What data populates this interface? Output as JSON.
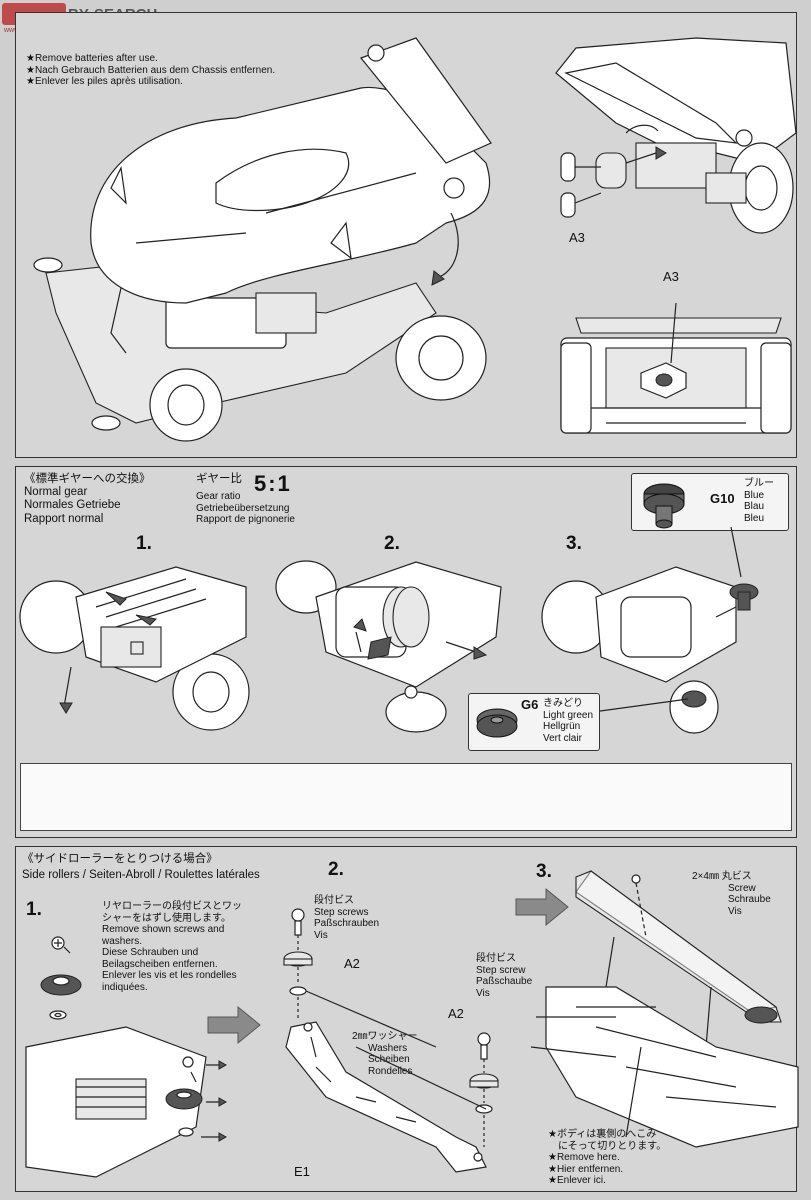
{
  "watermark": {
    "logo_text": "SEARCH",
    "logo_prefix": "BY",
    "site": "www.moxing.net"
  },
  "section1": {
    "notes": [
      "★Remove batteries after use.",
      "★Nach Gebrauch Batterien aus dem Chassis entfernen.",
      "★Enlever les piles après utilisation."
    ],
    "label_a3_top": "A3",
    "label_a3_bottom": "A3"
  },
  "section2": {
    "header_jp": "《標準ギヤーへの交換》",
    "header_en": "Normal gear",
    "header_de": "Normales Getriebe",
    "header_fr": "Rapport normal",
    "ratio_jp": "ギヤー比",
    "ratio_value": "5:1",
    "ratio_en": "Gear ratio",
    "ratio_de": "Getriebeübersetzung",
    "ratio_fr": "Rapport de pignonerie",
    "steps": [
      "1.",
      "2.",
      "3."
    ],
    "gear_g10": {
      "code": "G10",
      "jp": "ブルー",
      "en": "Blue",
      "de": "Blau",
      "fr": "Bleu"
    },
    "gear_g6": {
      "code": "G6",
      "jp": "きみどり",
      "en": "Light green",
      "de": "Hellgrün",
      "fr": "Vert clair"
    }
  },
  "section3": {
    "header_jp": "《サイドローラーをとりつける場合》",
    "header_en": "Side rollers / Seiten-Abroll / Roulettes latérales",
    "steps": [
      "1.",
      "2.",
      "3."
    ],
    "step1_jp_1": "リヤローラーの段付ビスとワッ",
    "step1_jp_2": "シャーをはずし使用します。",
    "step1_en_1": "Remove shown screws and",
    "step1_en_2": "washers.",
    "step1_de_1": "Diese Schrauben und",
    "step1_de_2": "Beilagscheiben entfernen.",
    "step1_fr_1": "Enlever les vis et les rondelles",
    "step1_fr_2": "indiquées.",
    "step_screws": {
      "jp": "段付ビス",
      "en": "Step screws",
      "de": "Paßschrauben",
      "fr": "Vis"
    },
    "step_screw": {
      "jp": "段付ビス",
      "en": "Step screw",
      "de": "Paßschaube",
      "fr": "Vis"
    },
    "washers": {
      "jp": "2㎜ワッシャー",
      "en": "Washers",
      "de": "Scheiben",
      "fr": "Rondelles"
    },
    "label_a2_1": "A2",
    "label_a2_2": "A2",
    "label_e1": "E1",
    "screw_2x4": {
      "jp": "2×4㎜ 丸ビス",
      "en": "Screw",
      "de": "Schraube",
      "fr": "Vis"
    },
    "body_note": {
      "jp_1": "★ボディは裏側のへこみ",
      "jp_2": "にそって切りとります。",
      "en": "★Remove here.",
      "de": "★Hier entfernen.",
      "fr": "★Enlever ici."
    }
  }
}
